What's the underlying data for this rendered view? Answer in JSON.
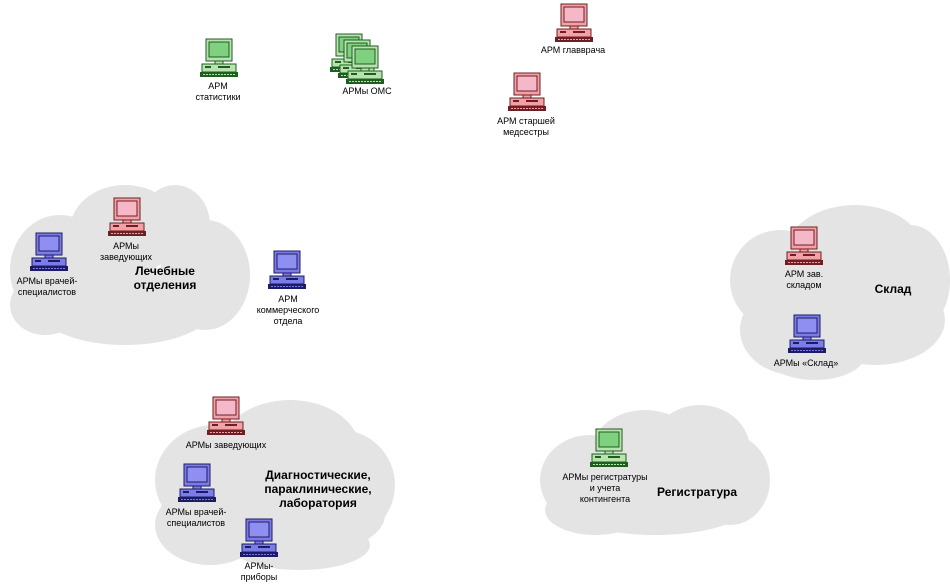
{
  "palette": {
    "green": {
      "body": "#b7e3b0",
      "screen": "#7fd07f",
      "dark": "#1f5e1f"
    },
    "red": {
      "body": "#f2a1a6",
      "screen": "#f5b8c8",
      "dark": "#6e1f23"
    },
    "blue": {
      "body": "#7c7ce8",
      "screen": "#8f8ff2",
      "dark": "#1c1c64"
    },
    "cloud": "#e4e4e4"
  },
  "icons": {
    "workstation": "computer-icon"
  },
  "workstations": [
    {
      "id": "stat",
      "color": "green",
      "label": "АРМ\nстатистики"
    },
    {
      "id": "oms",
      "color": "green",
      "label": "АРМы ОМС",
      "stack": 3
    },
    {
      "id": "chief",
      "color": "red",
      "label": "АРМ главврача"
    },
    {
      "id": "nurse",
      "color": "red",
      "label": "АРМ старшей\nмедсестры"
    },
    {
      "id": "heads1",
      "color": "red",
      "label": "АРМы\nзаведующих"
    },
    {
      "id": "docs1",
      "color": "blue",
      "label": "АРМы врачей-\nспециалистов"
    },
    {
      "id": "comm",
      "color": "blue",
      "label": "АРМ\nкоммерческого\nотдела"
    },
    {
      "id": "whead",
      "color": "red",
      "label": "АРМ зав.\nскладом"
    },
    {
      "id": "wh",
      "color": "blue",
      "label": "АРМы «Склад»"
    },
    {
      "id": "heads2",
      "color": "red",
      "label": "АРМы заведующих"
    },
    {
      "id": "docs2",
      "color": "blue",
      "label": "АРМы врачей-\nспециалистов"
    },
    {
      "id": "dev",
      "color": "blue",
      "label": "АРМы-\nприборы"
    },
    {
      "id": "reg",
      "color": "green",
      "label": "АРМы регистратуры\nи учета\nконтингента"
    }
  ],
  "groups": [
    {
      "id": "wards",
      "label": "Лечебные\nотделения"
    },
    {
      "id": "warehouse",
      "label": "Склад"
    },
    {
      "id": "diag",
      "label": "Диагностические,\nпараклинические,\nлаборатория"
    },
    {
      "id": "registry",
      "label": "Регистратура"
    }
  ]
}
